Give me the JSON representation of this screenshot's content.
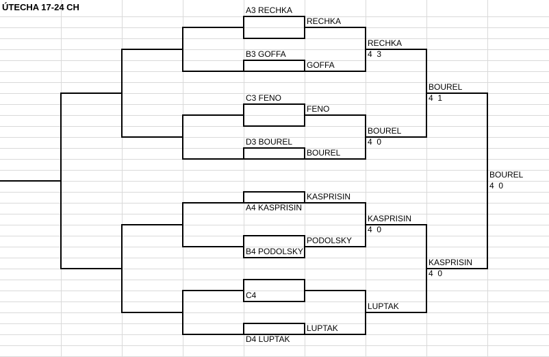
{
  "sheet": {
    "title": "ÚTECHA 17-24 CH",
    "grid_color": "#d9d9d9",
    "line_color": "#000000"
  },
  "round1": [
    {
      "label": "A3 RECHKA"
    },
    {
      "label": "B3 GOFFA"
    },
    {
      "label": "C3 FENO"
    },
    {
      "label": "D3 BOUREL"
    },
    {
      "label": "A4 KASPRISIN"
    },
    {
      "label": "B4 PODOLSKY"
    },
    {
      "label": "C4"
    },
    {
      "label": "D4 LUPTAK"
    }
  ],
  "round2": [
    {
      "label": "RECHKA"
    },
    {
      "label": "GOFFA"
    },
    {
      "label": "FENO"
    },
    {
      "label": "BOUREL"
    },
    {
      "label": "KASPRISIN"
    },
    {
      "label": "PODOLSKY"
    },
    {
      "label": "LUPTAK"
    }
  ],
  "round3": [
    {
      "label": "RECHKA",
      "score": "4  3"
    },
    {
      "label": "BOUREL",
      "score": "4  0"
    },
    {
      "label": "KASPRISIN",
      "score": "4  0"
    },
    {
      "label": "LUPTAK"
    }
  ],
  "round4": [
    {
      "label": "BOUREL",
      "score": "4  1"
    },
    {
      "label": "KASPRISIN",
      "score": "4  0"
    }
  ],
  "final": {
    "label": "BOUREL",
    "score": "4  0"
  }
}
